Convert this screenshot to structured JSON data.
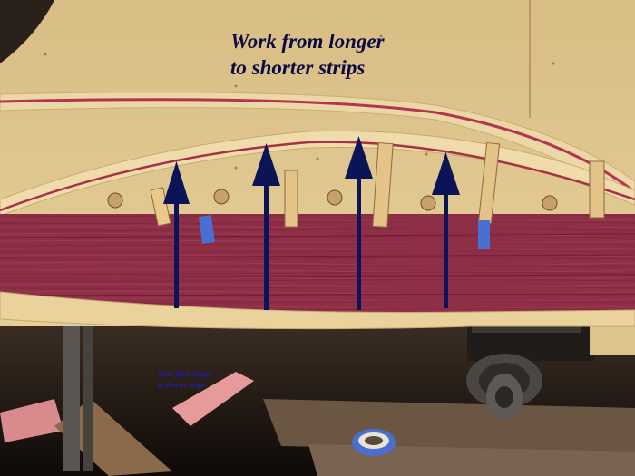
{
  "caption": {
    "line1": "Work from longer",
    "line2": "to shorter strips"
  },
  "ghost_caption": {
    "line1": "Work from longer",
    "line2": "to shorter strips"
  },
  "colors": {
    "plywood": "#e3cc92",
    "plywood_shadow": "#cdb27a",
    "purpleheart": "#8e2f47",
    "cedar_strip": "#ecd8a6",
    "arrow": "#0c1458",
    "floor_shadow": "#15100c",
    "foam": "#e79a9c",
    "tape_blue": "#4a6fd3"
  },
  "icons": {
    "arrow_1": "arrow-up-icon",
    "arrow_2": "arrow-up-icon",
    "arrow_3": "arrow-up-icon",
    "arrow_4": "arrow-up-icon"
  }
}
